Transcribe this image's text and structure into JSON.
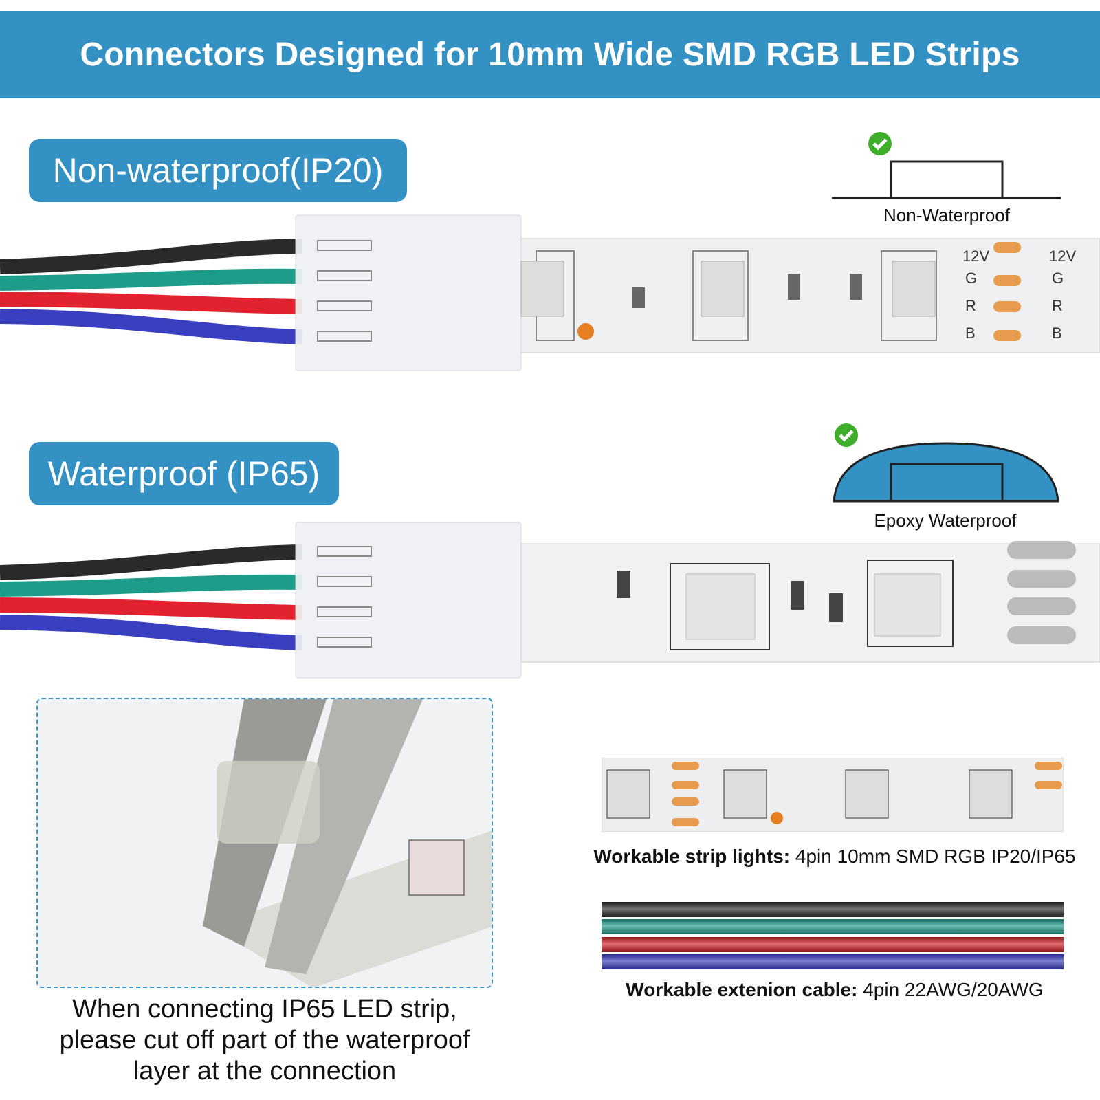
{
  "header": {
    "title": "Connectors Designed for 10mm Wide SMD RGB LED Strips"
  },
  "sections": [
    {
      "label": "Non-waterproof(IP20)",
      "diagram_label": "Non-Waterproof"
    },
    {
      "label": "Waterproof (IP65)",
      "diagram_label": "Epoxy Waterproof"
    }
  ],
  "strip_markings": {
    "plus": "+",
    "voltage": "12V",
    "g": "G",
    "r": "R",
    "b": "B"
  },
  "caption": {
    "lines": [
      "When connecting IP65 LED strip,",
      "please cut off part of the waterproof",
      "layer at the connection"
    ]
  },
  "specs": {
    "strip_label": "Workable strip lights:",
    "strip_value": "4pin 10mm SMD RGB IP20/IP65",
    "cable_label": "Workable extenion cable:",
    "cable_value": "4pin 22AWG/20AWG"
  },
  "colors": {
    "brand": "#3391c4",
    "wire_black": "#2a2a2a",
    "wire_green": "#1e9c8a",
    "wire_red": "#e0232e",
    "wire_blue": "#3a3fbf",
    "check": "#3fae2a",
    "pad": "#e79b4f"
  },
  "icons": [
    "check-icon"
  ]
}
